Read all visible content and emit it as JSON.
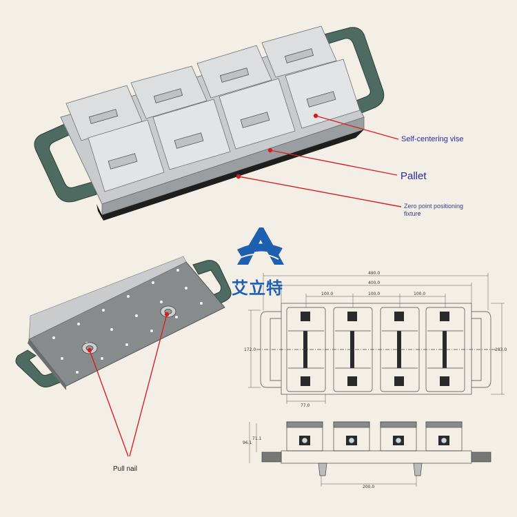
{
  "labels": {
    "self_centering_vise": "Self-centering vise",
    "pallet": "Pallet",
    "zero_point_line1": "Zero point positioning",
    "zero_point_line2": "fixture",
    "pull_nail": "Pull nail"
  },
  "brand": {
    "text": "艾立特",
    "logo_icon": "stylized-letter-a-logo",
    "color": "#1f5fb0"
  },
  "dimensions": {
    "overall_width": "490.0",
    "inner_width": "400.0",
    "pitch_1": "100.0",
    "pitch_2": "100.0",
    "pitch_3": "100.0",
    "left_height": "172.0",
    "right_height": "283.0",
    "vise_width": "77.0",
    "side_height_1": "96.1",
    "side_height_2": "71.1",
    "pin_spacing": "200.0"
  },
  "colors": {
    "background": "#f3efe6",
    "callout": "#d62020",
    "label_text": "#2a2a9a",
    "handle": "#4d6b60",
    "pallet_base": "#1e1e1e",
    "metal": "#d3d5d6"
  }
}
